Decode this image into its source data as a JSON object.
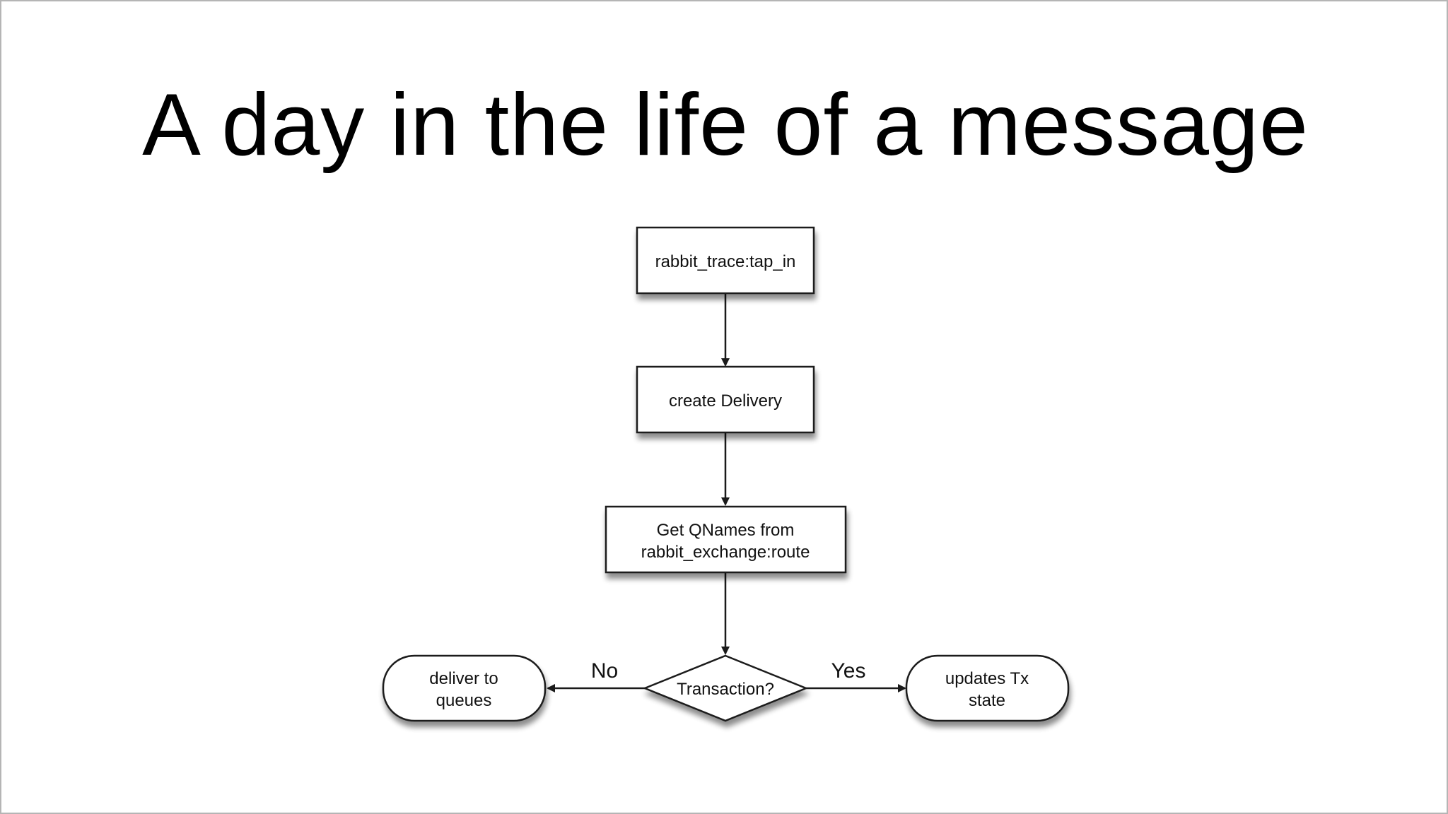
{
  "slide": {
    "title": "A day in the life of a message"
  },
  "flowchart": {
    "nodes": {
      "tap_in": {
        "lines": [
          "rabbit_trace:tap_in"
        ]
      },
      "create_delivery": {
        "lines": [
          "create Delivery"
        ]
      },
      "get_qnames": {
        "lines": [
          "Get QNames from",
          "rabbit_exchange:route"
        ]
      },
      "transaction": {
        "lines": [
          "Transaction?"
        ]
      },
      "deliver_to_queues": {
        "lines": [
          "deliver to",
          "queues"
        ]
      },
      "updates_tx_state": {
        "lines": [
          "updates Tx",
          "state"
        ]
      }
    },
    "edges": {
      "no_label": "No",
      "yes_label": "Yes"
    }
  },
  "colors": {
    "background": "#ffffff",
    "stroke": "#1a1a1a",
    "node_fill": "#ffffff",
    "shadow": "#9a9a9a",
    "text": "#111111"
  }
}
